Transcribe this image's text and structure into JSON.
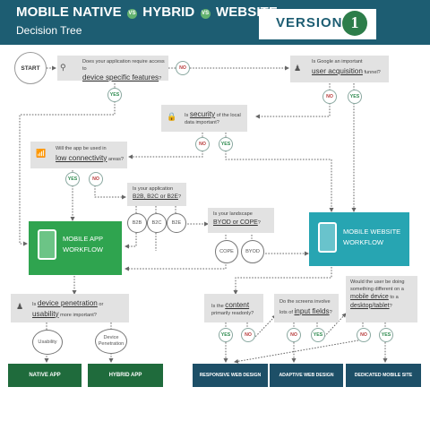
{
  "header": {
    "title_part1": "MOBILE NATIVE",
    "vs1": "VS",
    "title_part2": "HYBRID",
    "vs2": "VS",
    "title_part3": "WEBSITE",
    "subtitle": "Decision Tree",
    "logo_text": "VERSION",
    "logo_number": "1"
  },
  "start": "START",
  "questions": {
    "q_device": {
      "pre": "Does your application require access to",
      "key": "device specific features",
      "post": "?"
    },
    "q_google": {
      "pre": "Is Google an important",
      "key": "user acquisition",
      "post": " funnel?"
    },
    "q_security": {
      "pre": "Is ",
      "key": "security",
      "post": " of the local data important?"
    },
    "q_connectivity": {
      "pre": "Will the app be used in",
      "key": "low connectivity",
      "post": " areas?"
    },
    "q_b2b": {
      "pre": "Is your application",
      "key": "B2B, B2C or B2E",
      "post": "?"
    },
    "q_byod": {
      "pre": "Is your landscape",
      "key": "BYOD or COPE",
      "post": "?"
    },
    "q_penetration": {
      "pre": "Is ",
      "key": "device penetration",
      "mid": " or ",
      "key2": "usability",
      "post": " more important?"
    },
    "q_content": {
      "pre": "Is the ",
      "key": "content",
      "post": " primarily readonly?"
    },
    "q_screens": {
      "pre": "Do the screens involve lots of ",
      "key": "input fields",
      "post": "?"
    },
    "q_different": {
      "pre": "Would the user be doing something different on a",
      "key": "mobile device",
      "post": " to a ",
      "key2": "desktop/tablet",
      "post2": "?"
    }
  },
  "answers": {
    "yes": "YES",
    "no": "NO"
  },
  "options": {
    "b2b": "B2B",
    "b2c": "B2C",
    "b2e": "B2E",
    "cope": "COPE",
    "byod": "BYOD",
    "usability": "Usability",
    "device_penetration": "Device Penetration"
  },
  "workflows": {
    "mobile_app": {
      "line1": "MOBILE APP",
      "line2": "WORKFLOW"
    },
    "mobile_web": {
      "line1": "MOBILE WEBSITE",
      "line2": "WORKFLOW"
    }
  },
  "results": {
    "native_app": "NATIVE APP",
    "hybrid_app": "HYBRID APP",
    "responsive": "RESPONSIVE WEB DESIGN",
    "adaptive": "ADAPTIVE WEB DESIGN",
    "dedicated": "DEDICATED MOBILE SITE"
  },
  "colors": {
    "header": "#1d5d72",
    "mobile_app_green": "#2fa44f",
    "mobile_web_teal": "#27a5b2",
    "native_green": "#1f6b3c",
    "web_navy": "#1d4f67"
  }
}
